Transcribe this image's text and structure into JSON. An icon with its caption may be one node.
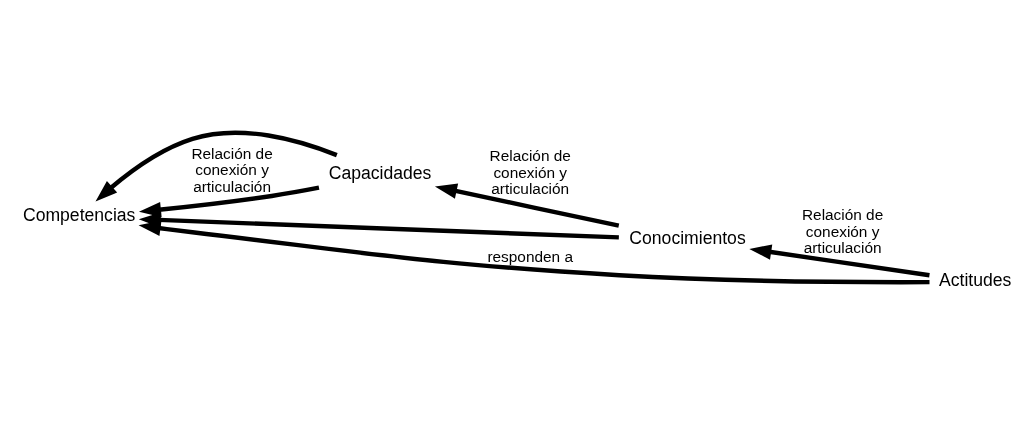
{
  "diagram": {
    "nodes": [
      {
        "text": [
          "Competencias"
        ]
      },
      {
        "text": [
          "Capacidades"
        ]
      },
      {
        "text": [
          "Conocimientos"
        ]
      },
      {
        "text": [
          "Actitudes"
        ]
      }
    ],
    "edges": [
      {
        "from": 1,
        "to": 0,
        "arrow": "to"
      },
      {
        "from": 2,
        "to": 0,
        "arrow": "to"
      },
      {
        "from": 3,
        "to": 0,
        "arrow": "to",
        "label": "responden a"
      },
      {
        "from": 1,
        "to": 0,
        "arrow": "to",
        "label": "Relación de conexión y articulación"
      },
      {
        "from": 2,
        "to": 1,
        "arrow": "to",
        "label": "Relación de conexión y articulación"
      },
      {
        "from": 3,
        "to": 2,
        "arrow": "to",
        "label": "Relación de conexión y articulación"
      }
    ]
  }
}
